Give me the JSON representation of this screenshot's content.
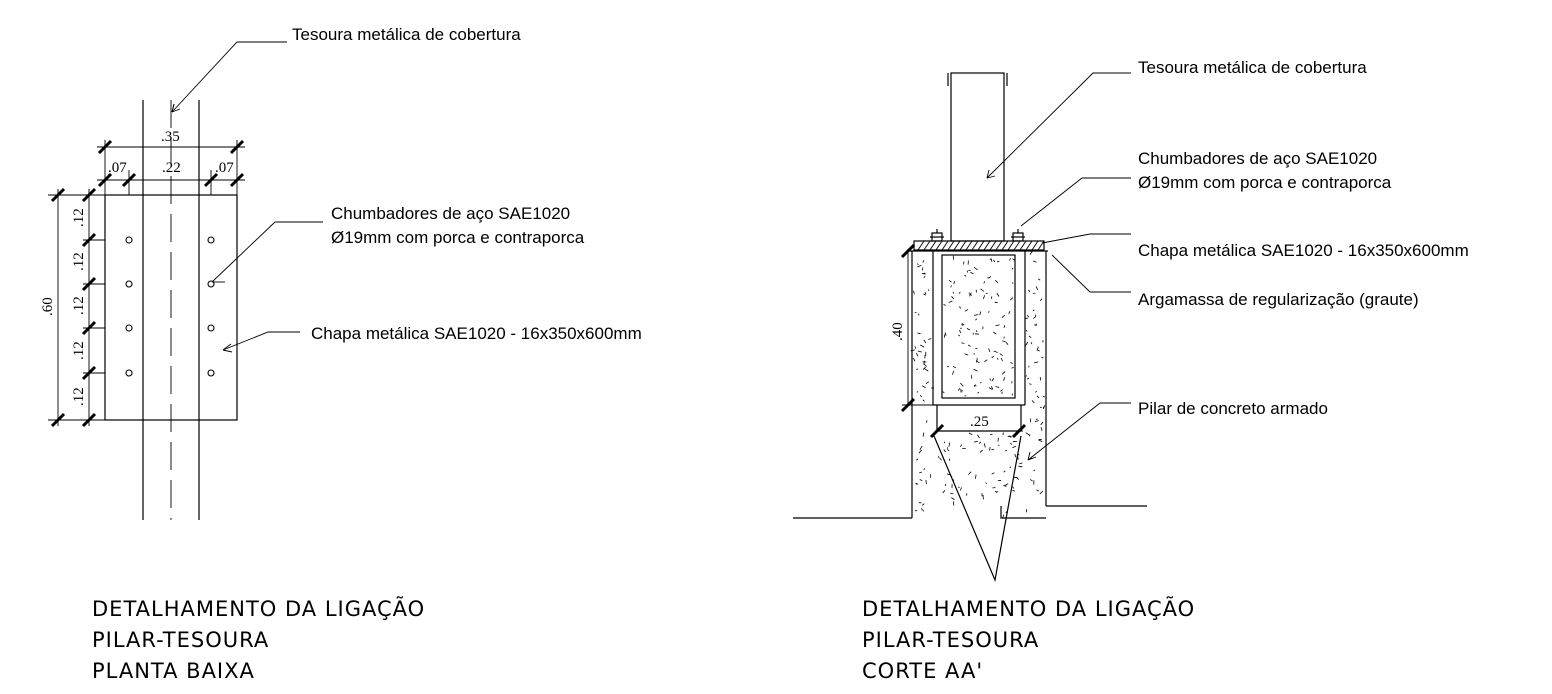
{
  "plan": {
    "label_tesoura": "Tesoura metálica de cobertura",
    "label_chumbadores_1": "Chumbadores de aço SAE1020",
    "label_chumbadores_2": "Ø19mm com porca e contraporca",
    "label_chapa": "Chapa metálica SAE1020 - 16x350x600mm",
    "dims": {
      "total_width": ".35",
      "left_margin": ".07",
      "center": ".22",
      "right_margin": ".07",
      "height": ".60",
      "spacing": [
        ".12",
        ".12",
        ".12",
        ".12",
        ".12"
      ]
    },
    "title_lines": [
      "DETALHAMENTO DA LIGAÇÃO",
      "PILAR-TESOURA",
      "PLANTA BAIXA"
    ]
  },
  "section": {
    "label_tesoura": "Tesoura metálica de cobertura",
    "label_chumbadores_1": "Chumbadores de aço SAE1020",
    "label_chumbadores_2": "Ø19mm com porca e contraporca",
    "label_chapa": "Chapa metálica SAE1020 - 16x350x600mm",
    "label_argamassa": "Argamassa de regularização (graute)",
    "label_pilar": "Pilar de concreto armado",
    "dims": {
      "depth": ".40",
      "width": ".25"
    },
    "title_lines": [
      "DETALHAMENTO DA LIGAÇÃO",
      "PILAR-TESOURA",
      "CORTE AA'"
    ]
  }
}
